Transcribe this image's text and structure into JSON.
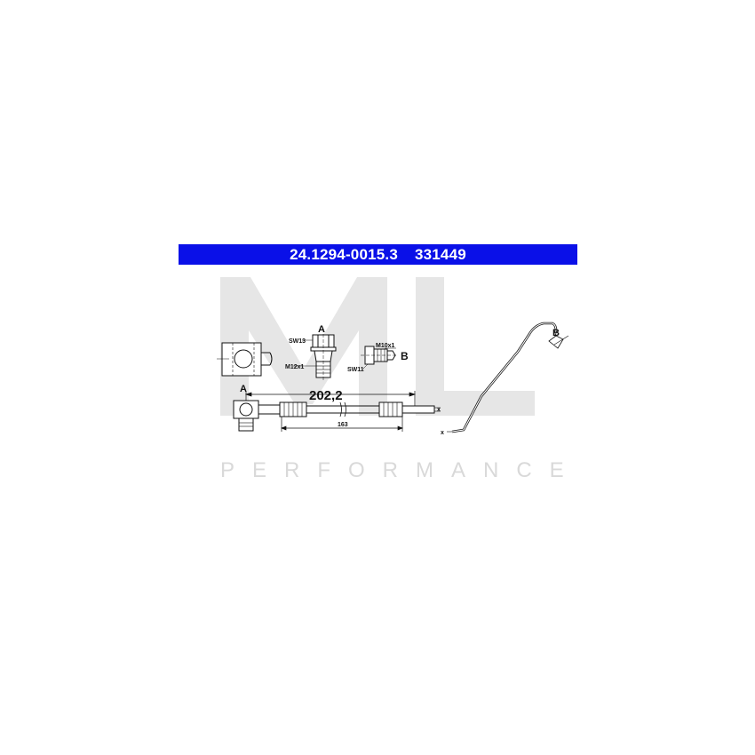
{
  "header": {
    "part_number": "24.1294-0015.3",
    "ref_number": "331449",
    "background": "#0a10e8",
    "text_color": "#ffffff"
  },
  "watermark": {
    "logo_text": "ML",
    "tagline": "PERFORMANCE",
    "color": "#e3e3e3"
  },
  "labels": {
    "detail_a": "A",
    "sw13": "SW13",
    "m12x1": "M12x1",
    "m10x1": "M10x1",
    "detail_b": "B",
    "sw11": "SW11",
    "end_a": "A",
    "end_b": "B",
    "overall_length": "202,2",
    "hose_length": "163",
    "x_top": "x",
    "x_bottom": "x"
  }
}
